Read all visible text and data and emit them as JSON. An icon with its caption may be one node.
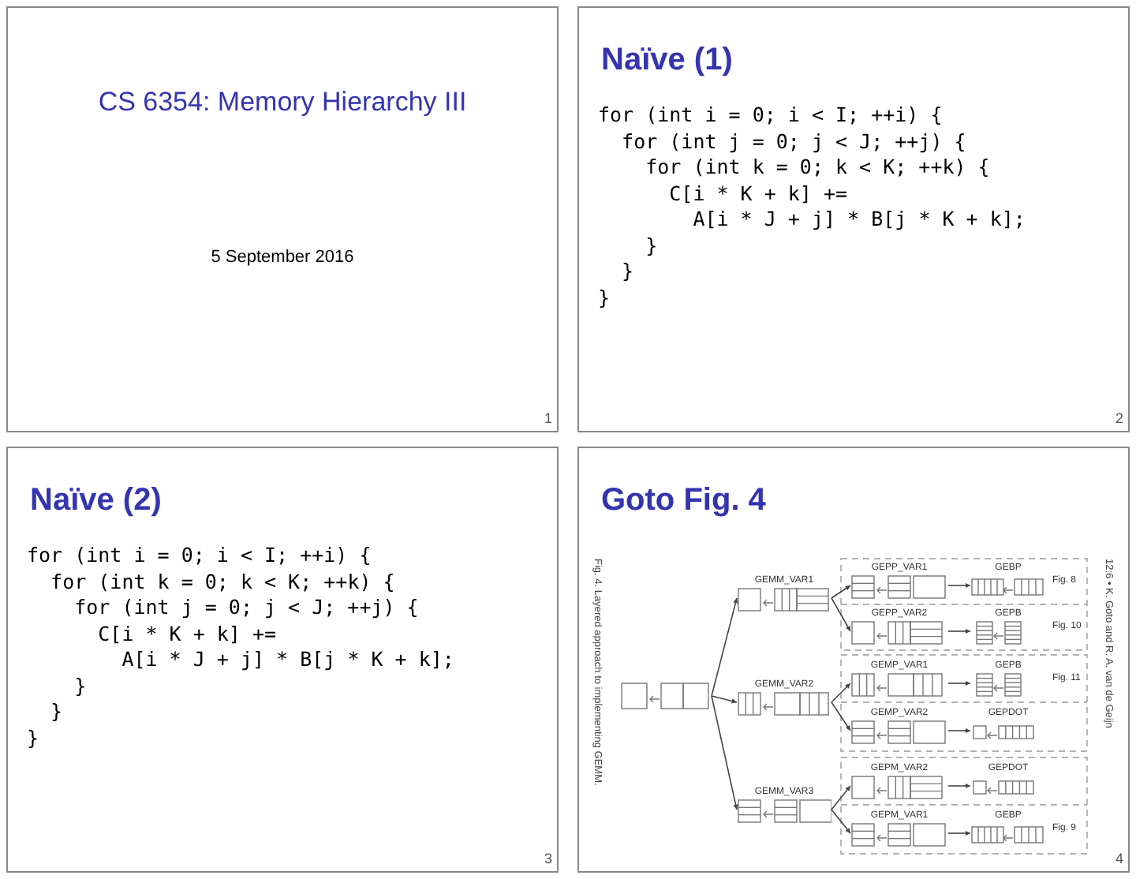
{
  "diagram": {
    "nodes": [
      {
        "text": [
          "CS 6354: Memory Hierarchy III",
          "5 September 2016",
          "1"
        ]
      },
      {
        "text": [
          "Naïve (1)",
          "for (int i = 0; i < I; ++i) {",
          "for (int j = 0; j < J; ++j) {",
          "for (int k = 0; k < K; ++k) {",
          "C[i * K + k] +=",
          "A[i * J + j] * B[j * K + k];",
          "}",
          "}",
          "}",
          "2"
        ]
      },
      {
        "text": [
          "Naïve (2)",
          "for (int i = 0; i < I; ++i) {",
          "for (int k = 0; k < K; ++k) {",
          "for (int j = 0; j < J; ++j) {",
          "C[i * K + k] +=",
          "A[i * J + j] * B[j * K + k];",
          "}",
          "}",
          "}",
          "3"
        ]
      },
      {
        "text": [
          "Goto Fig. 4",
          "4"
        ]
      },
      {
        "text": [],
        "shape": "box",
        "in": 3
      },
      {
        "text": [
          "GEMM_VAR1"
        ],
        "in": 3
      },
      {
        "text": [
          "GEMM_VAR2"
        ],
        "in": 3
      },
      {
        "text": [
          "GEMM_VAR3"
        ],
        "in": 3
      },
      {
        "text": [
          "GEPP_VAR1"
        ],
        "in": 3
      },
      {
        "text": [
          "GEBP"
        ],
        "beside": [
          "Fig. 8"
        ],
        "in": 3
      },
      {
        "text": [
          "GEPP_VAR2"
        ],
        "in": 3
      },
      {
        "text": [
          "GEPB"
        ],
        "beside": [
          "Fig. 10"
        ],
        "in": 3
      },
      {
        "text": [
          "GEMP_VAR1"
        ],
        "in": 3
      },
      {
        "text": [
          "GEPB"
        ],
        "beside": [
          "Fig. 11"
        ],
        "in": 3
      },
      {
        "text": [
          "GEMP_VAR2"
        ],
        "in": 3
      },
      {
        "text": [
          "GEPDOT"
        ],
        "in": 3
      },
      {
        "text": [
          "GEPM_VAR2"
        ],
        "in": 3
      },
      {
        "text": [
          "GEPDOT"
        ],
        "in": 3
      },
      {
        "text": [
          "GEPM_VAR1"
        ],
        "in": 3
      },
      {
        "text": [
          "GEBP"
        ],
        "beside": [
          "Fig. 9"
        ],
        "in": 3
      }
    ],
    "edges": [
      {
        "from": 4,
        "to": 5,
        "arrow": "to"
      },
      {
        "from": 4,
        "to": 6,
        "arrow": "to"
      },
      {
        "from": 4,
        "to": 7,
        "arrow": "to"
      },
      {
        "from": 5,
        "to": 8,
        "arrow": "to"
      },
      {
        "from": 5,
        "to": 10,
        "arrow": "to"
      },
      {
        "from": 6,
        "to": 12,
        "arrow": "to"
      },
      {
        "from": 6,
        "to": 14,
        "arrow": "to"
      },
      {
        "from": 7,
        "to": 16,
        "arrow": "to"
      },
      {
        "from": 7,
        "to": 18,
        "arrow": "to"
      },
      {
        "from": 8,
        "to": 9,
        "arrow": "to"
      },
      {
        "from": 10,
        "to": 11,
        "arrow": "to"
      },
      {
        "from": 12,
        "to": 13,
        "arrow": "to"
      },
      {
        "from": 14,
        "to": 15,
        "arrow": "to"
      },
      {
        "from": 16,
        "to": 17,
        "arrow": "to"
      },
      {
        "from": 18,
        "to": 19,
        "arrow": "to"
      }
    ],
    "labels": [
      "Fig. 4. Layered approach to implementing GEMM.",
      "12:6 • K. Goto and R. A. van de Geijn"
    ]
  }
}
